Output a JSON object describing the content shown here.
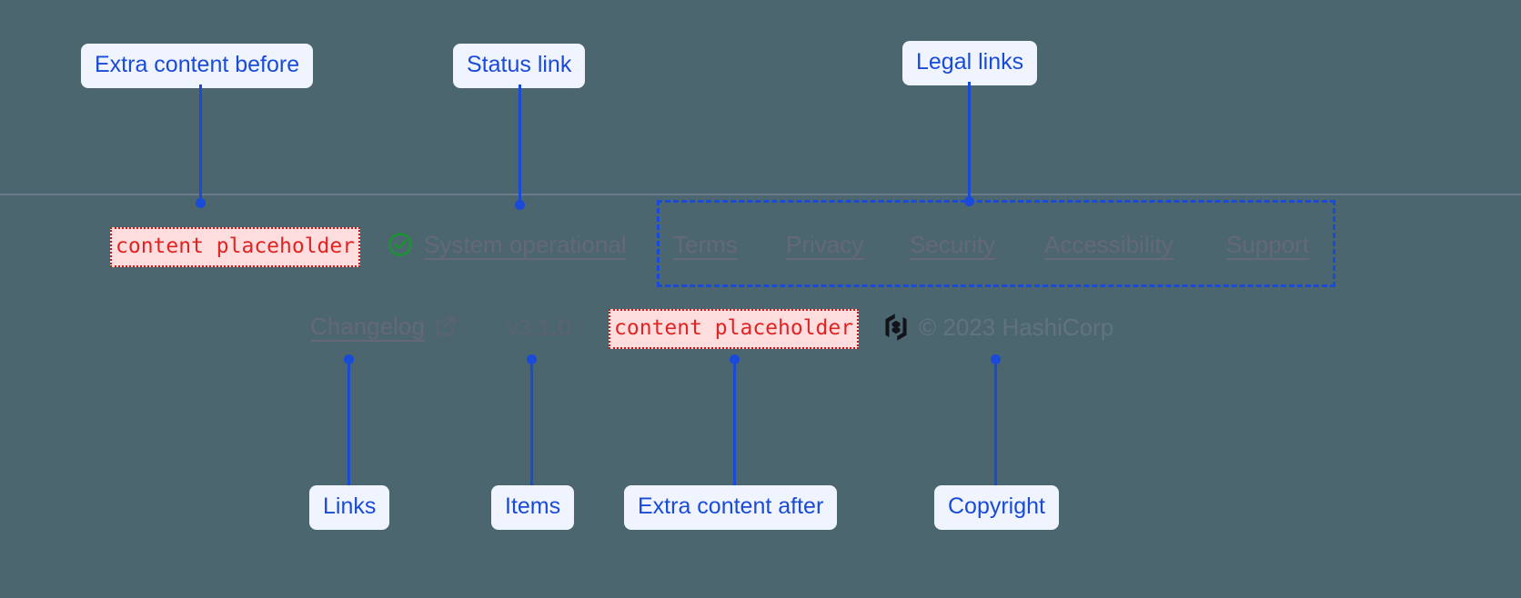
{
  "theme": {
    "page_background": "#4c6670",
    "divider": "#6e7b8c",
    "annotation_accent": "#1a4bd8",
    "annotation_background": "#eff4fe",
    "placeholder_text": "#e02424",
    "placeholder_background": "#fddddd",
    "placeholder_border": "#d01414",
    "link_color": "#646878",
    "status_ok_color": "#1a9431",
    "logo_color": "#13131a"
  },
  "annotations": [
    {
      "id": "extra-before",
      "label": "Extra content before"
    },
    {
      "id": "status-link",
      "label": "Status link"
    },
    {
      "id": "legal-links",
      "label": "Legal links"
    },
    {
      "id": "links",
      "label": "Links"
    },
    {
      "id": "items",
      "label": "Items"
    },
    {
      "id": "extra-after",
      "label": "Extra content after"
    },
    {
      "id": "copyright",
      "label": "Copyright"
    }
  ],
  "footer": {
    "placeholder_before": "content placeholder",
    "placeholder_after": "content placeholder",
    "status": {
      "icon": "check-circle-icon",
      "label": "System operational"
    },
    "legal_links": [
      {
        "label": "Terms"
      },
      {
        "label": "Privacy"
      },
      {
        "label": "Security"
      },
      {
        "label": "Accessibility"
      },
      {
        "label": "Support"
      }
    ],
    "changelog": {
      "label": "Changelog",
      "icon": "external-link-icon"
    },
    "version": "v3.1.0",
    "copyright": {
      "icon": "hashicorp-logo-icon",
      "text": "© 2023 HashiCorp"
    }
  }
}
